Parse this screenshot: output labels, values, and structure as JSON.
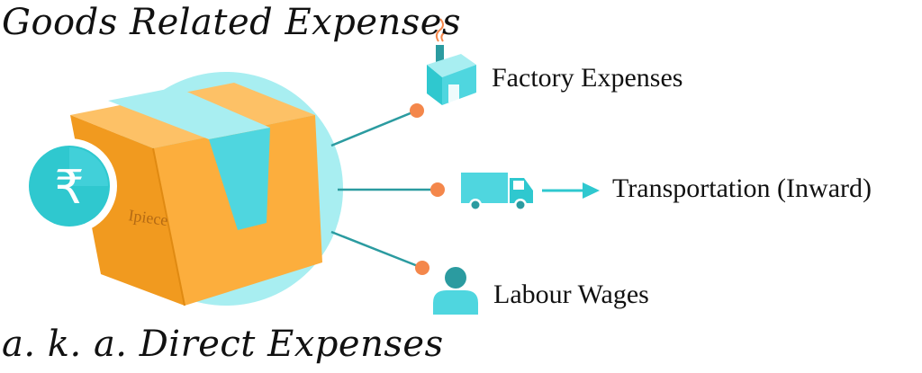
{
  "title": "Goods Related Expenses",
  "subtitle": "a. k. a. Direct Expenses",
  "box_text": "Ipiece",
  "currency_symbol": "₹",
  "items": [
    {
      "label": "Factory Expenses",
      "icon": "factory-icon"
    },
    {
      "label": "Transportation (Inward)",
      "icon": "truck-icon"
    },
    {
      "label": "Labour Wages",
      "icon": "person-icon"
    }
  ],
  "colors": {
    "accent_teal": "#4fd6df",
    "light_teal": "#a8eef1",
    "box_orange": "#fcae3d",
    "box_dark": "#f19a1f",
    "dot_orange": "#f4874b",
    "line": "#2b9ba0"
  }
}
